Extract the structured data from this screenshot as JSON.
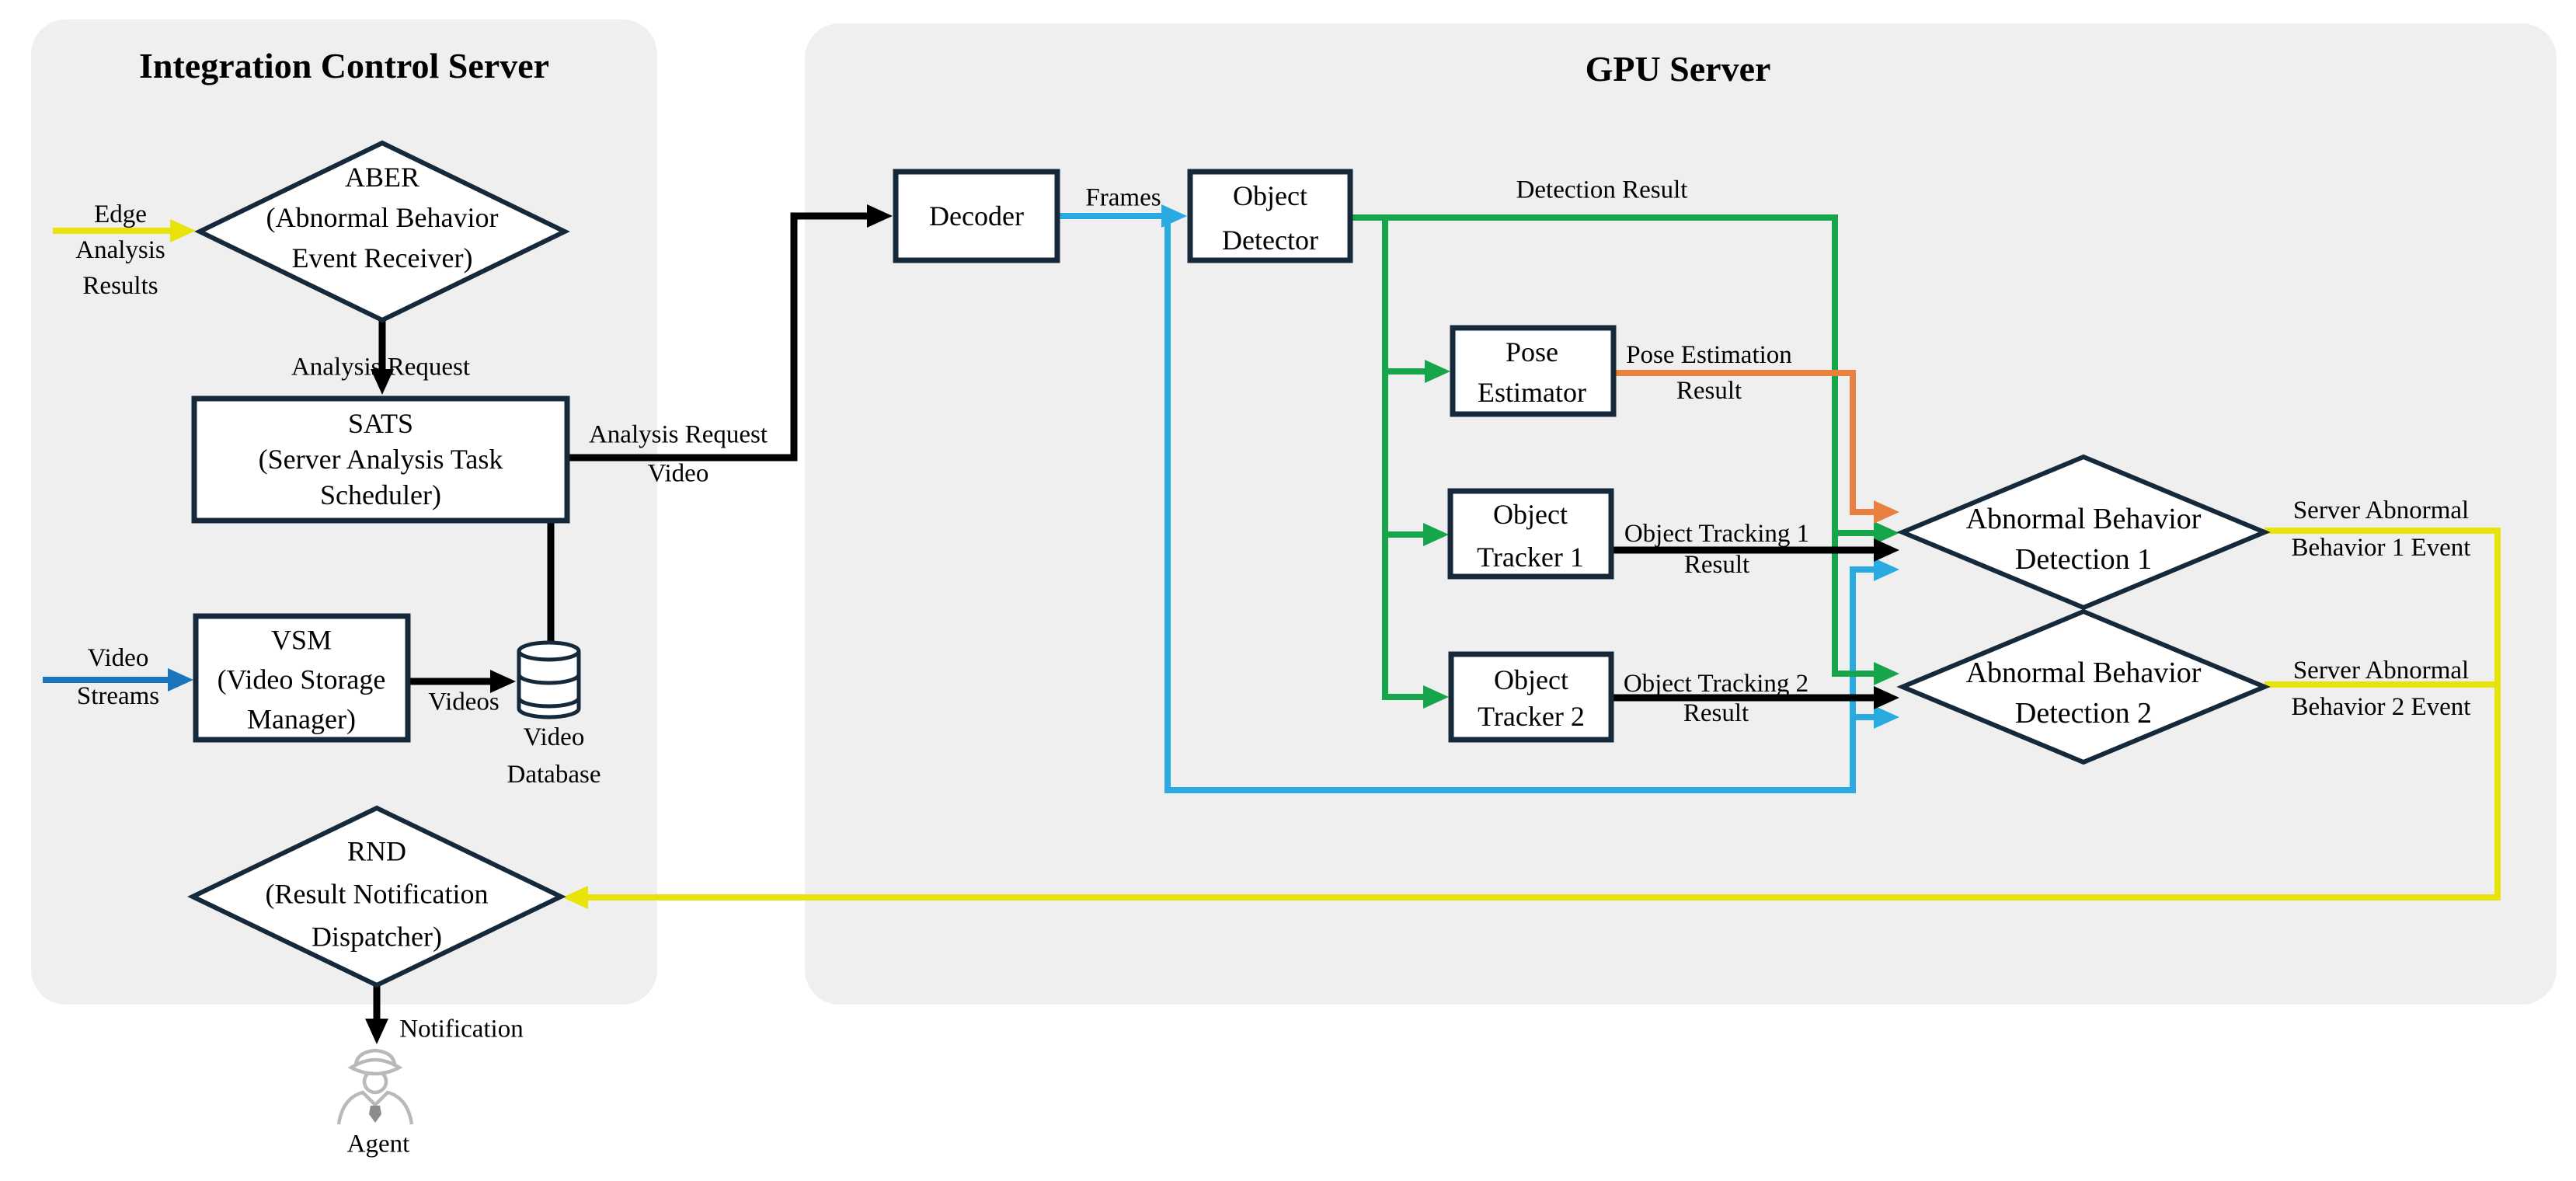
{
  "ics": {
    "title": "Integration Control Server",
    "aber": {
      "l1": "ABER",
      "l2": "(Abnormal Behavior",
      "l3": "Event Receiver)"
    },
    "edge_results": {
      "l1": "Edge",
      "l2": "Analysis",
      "l3": "Results"
    },
    "analysis_request": "Analysis Request",
    "sats": {
      "l1": "SATS",
      "l2": "(Server Analysis Task",
      "l3": "Scheduler)"
    },
    "sats_out": {
      "l1": "Analysis Request",
      "l2": "Video"
    },
    "vsm": {
      "l1": "VSM",
      "l2": "(Video Storage",
      "l3": "Manager)"
    },
    "video_streams": {
      "l1": "Video",
      "l2": "Streams"
    },
    "videos": "Videos",
    "video_db": {
      "l1": "Video",
      "l2": "Database"
    },
    "rnd": {
      "l1": "RND",
      "l2": "(Result Notification",
      "l3": "Dispatcher)"
    },
    "notification": "Notification",
    "agent": "Agent"
  },
  "gpu": {
    "title": "GPU Server",
    "decoder": "Decoder",
    "frames": "Frames",
    "object_detector": {
      "l1": "Object",
      "l2": "Detector"
    },
    "detection_result": "Detection Result",
    "pose_estimator": {
      "l1": "Pose",
      "l2": "Estimator"
    },
    "pose_result": {
      "l1": "Pose Estimation",
      "l2": "Result"
    },
    "tracker1": {
      "l1": "Object",
      "l2": "Tracker 1"
    },
    "tracking1": {
      "l1": "Object Tracking 1",
      "l2": "Result"
    },
    "tracker2": {
      "l1": "Object",
      "l2": "Tracker 2"
    },
    "tracking2": {
      "l1": "Object Tracking 2",
      "l2": "Result"
    },
    "abd1": {
      "l1": "Abnormal Behavior",
      "l2": "Detection 1"
    },
    "abd2": {
      "l1": "Abnormal Behavior",
      "l2": "Detection 2"
    },
    "event1": {
      "l1": "Server Abnormal",
      "l2": "Behavior 1 Event"
    },
    "event2": {
      "l1": "Server Abnormal",
      "l2": "Behavior 2 Event"
    }
  },
  "colors": {
    "panel": "#efeff0",
    "stroke": "#15293b",
    "black": "#000000",
    "yellow": "#e7e30b",
    "green": "#17a54c",
    "orange": "#e8813f",
    "cyan": "#29abe2",
    "blue": "#1b75bc",
    "agent_gray": "#b9b9b9",
    "agent_tie": "#8c8c8c"
  }
}
